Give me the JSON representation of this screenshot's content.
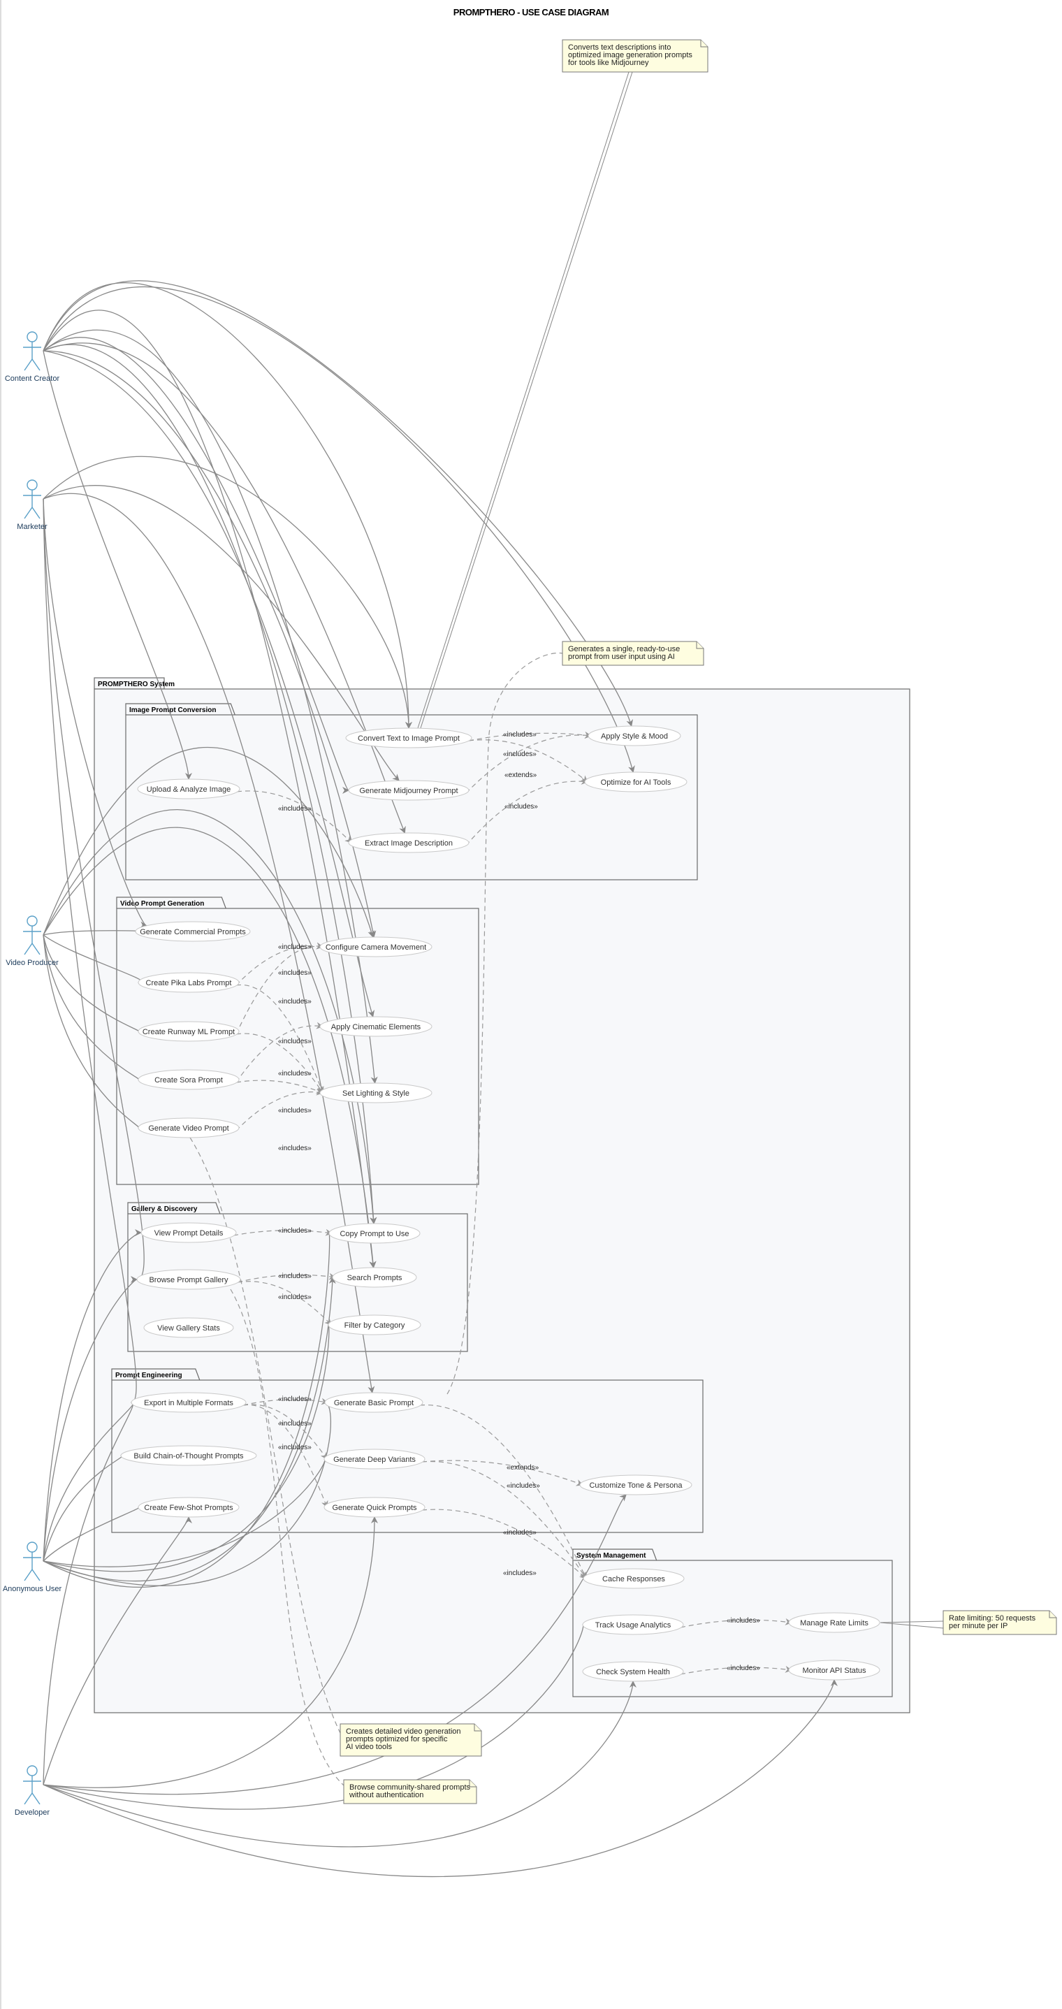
{
  "title": "PROMPTHERO - USE CASE DIAGRAM",
  "system": {
    "label": "PROMPTHERO System"
  },
  "packages": [
    {
      "id": "img",
      "label": "Image Prompt Conversion"
    },
    {
      "id": "vid",
      "label": "Video Prompt Generation"
    },
    {
      "id": "gal",
      "label": "Gallery & Discovery"
    },
    {
      "id": "eng",
      "label": "Prompt Engineering"
    },
    {
      "id": "sys",
      "label": "System Management"
    }
  ],
  "actors": [
    {
      "id": "cc",
      "label": "Content Creator"
    },
    {
      "id": "mk",
      "label": "Marketer"
    },
    {
      "id": "vp",
      "label": "Video Producer"
    },
    {
      "id": "au",
      "label": "Anonymous User"
    },
    {
      "id": "dv",
      "label": "Developer"
    }
  ],
  "usecases": [
    {
      "id": "cti",
      "label": "Convert Text to Image Prompt"
    },
    {
      "id": "asm",
      "label": "Apply Style & Mood"
    },
    {
      "id": "oat",
      "label": "Optimize for AI Tools"
    },
    {
      "id": "gmp",
      "label": "Generate Midjourney Prompt"
    },
    {
      "id": "uai",
      "label": "Upload & Analyze Image"
    },
    {
      "id": "eid",
      "label": "Extract Image Description"
    },
    {
      "id": "gcp",
      "label": "Generate Commercial Prompts"
    },
    {
      "id": "ccm",
      "label": "Configure Camera Movement"
    },
    {
      "id": "cpl",
      "label": "Create Pika Labs Prompt"
    },
    {
      "id": "crm",
      "label": "Create Runway ML Prompt"
    },
    {
      "id": "ace",
      "label": "Apply Cinematic Elements"
    },
    {
      "id": "csp",
      "label": "Create Sora Prompt"
    },
    {
      "id": "sls",
      "label": "Set Lighting & Style"
    },
    {
      "id": "gvp",
      "label": "Generate Video Prompt"
    },
    {
      "id": "vpd",
      "label": "View Prompt Details"
    },
    {
      "id": "cpu",
      "label": "Copy Prompt to Use"
    },
    {
      "id": "bpg",
      "label": "Browse Prompt Gallery"
    },
    {
      "id": "spr",
      "label": "Search Prompts"
    },
    {
      "id": "fbc",
      "label": "Filter by Category"
    },
    {
      "id": "vgs",
      "label": "View Gallery Stats"
    },
    {
      "id": "emf",
      "label": "Export in Multiple Formats"
    },
    {
      "id": "gbp",
      "label": "Generate Basic Prompt"
    },
    {
      "id": "bct",
      "label": "Build Chain-of-Thought Prompts"
    },
    {
      "id": "gdv",
      "label": "Generate Deep Variants"
    },
    {
      "id": "ctp",
      "label": "Customize Tone & Persona"
    },
    {
      "id": "cfs",
      "label": "Create Few-Shot Prompts"
    },
    {
      "id": "gqp",
      "label": "Generate Quick Prompts"
    },
    {
      "id": "crs",
      "label": "Cache Responses"
    },
    {
      "id": "tua",
      "label": "Track Usage Analytics"
    },
    {
      "id": "mrl",
      "label": "Manage Rate Limits"
    },
    {
      "id": "csh",
      "label": "Check System Health"
    },
    {
      "id": "mas",
      "label": "Monitor API Status"
    }
  ],
  "relations": {
    "includes": "«includes»",
    "extends": "«extends»"
  },
  "notes": [
    {
      "id": "n1",
      "lines": [
        "Converts text descriptions into",
        "optimized image generation prompts",
        "for tools like Midjourney"
      ]
    },
    {
      "id": "n2",
      "lines": [
        "Generates a single, ready-to-use",
        "prompt from user input using AI"
      ]
    },
    {
      "id": "n3",
      "lines": [
        "Rate limiting: 50 requests",
        "per minute per IP"
      ]
    },
    {
      "id": "n4",
      "lines": [
        "Creates detailed video generation",
        "prompts optimized for specific",
        "AI video tools"
      ]
    },
    {
      "id": "n5",
      "lines": [
        "Browse community-shared prompts",
        "without authentication"
      ]
    }
  ],
  "colors": {
    "actor": "#5aa0c8",
    "note": "#fefde0",
    "package": "#f7f8fa"
  }
}
